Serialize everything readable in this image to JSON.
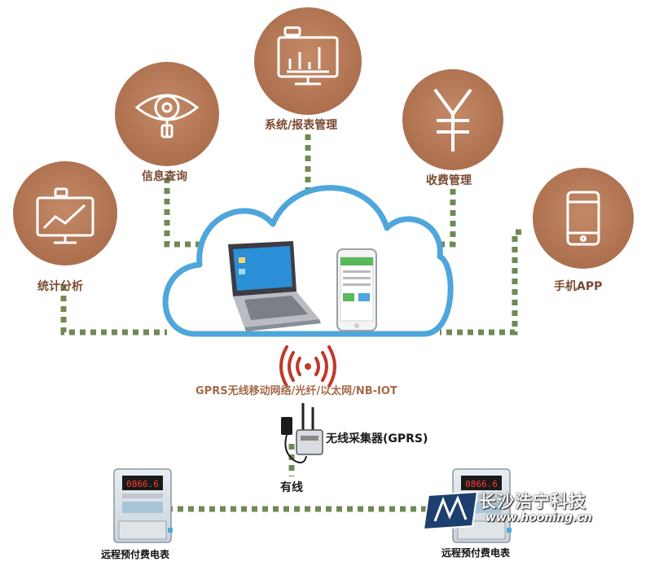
{
  "nodes": {
    "stats": "统计分析",
    "query": "信息查询",
    "system": "系统/报表管理",
    "billing": "收费管理",
    "mobile": "手机APP"
  },
  "network_label": "GPRS无线移动网络/光纤/以太网/NB-IOT",
  "collector_label": "无线采集器(GPRS)",
  "wired_label": "有线",
  "meter_label": "远程预付费电表",
  "meters": [
    {
      "reading": "0866.6"
    },
    {
      "reading": "0866.6"
    }
  ],
  "brand": {
    "name": "长沙浩宁科技",
    "url": "www.hooning.cn"
  },
  "colors": {
    "node_fill": "#b87c5a",
    "cloud_stroke": "#4ea6dc",
    "dotted_line": "#6f8a55",
    "label_text": "#7a4a32"
  }
}
